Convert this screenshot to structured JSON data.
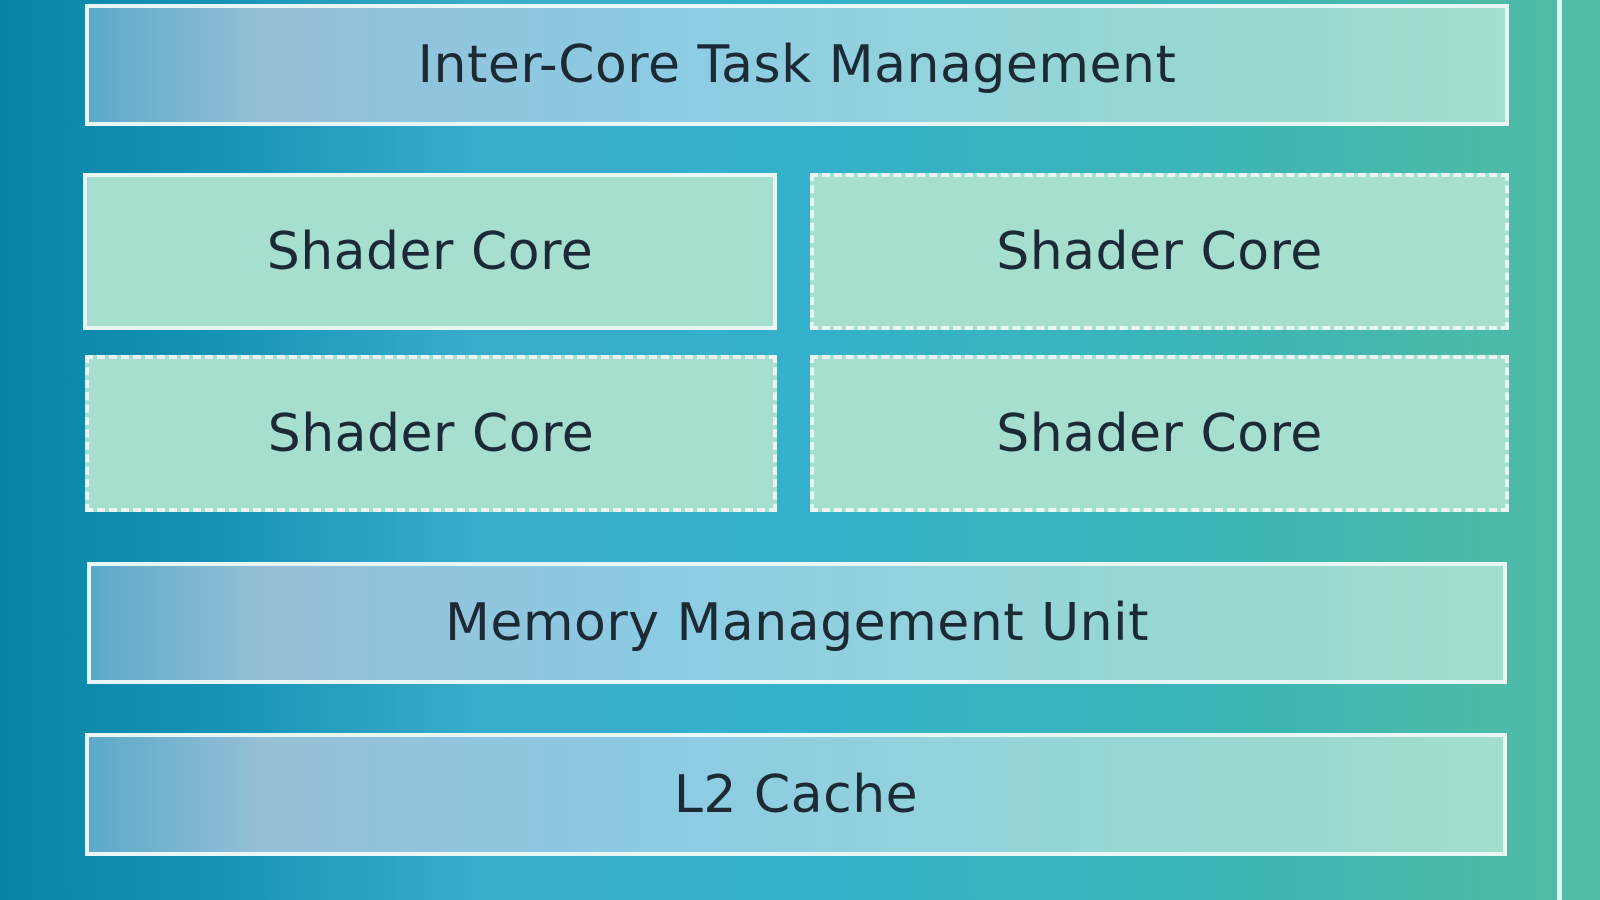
{
  "diagram": {
    "top_bar": "Inter-Core Task Management",
    "shader_cores": [
      {
        "label": "Shader Core",
        "style": "solid"
      },
      {
        "label": "Shader Core",
        "style": "dashed"
      },
      {
        "label": "Shader Core",
        "style": "dashed"
      },
      {
        "label": "Shader Core",
        "style": "dashed"
      }
    ],
    "mmu_bar": "Memory Management Unit",
    "cache_bar": "L2 Cache"
  },
  "colors": {
    "background_left": "#0a84a6",
    "background_right": "#53bda5",
    "cell_fill": "#a6dfcf",
    "border": "#e8f6f5",
    "text": "#1c2a36"
  }
}
